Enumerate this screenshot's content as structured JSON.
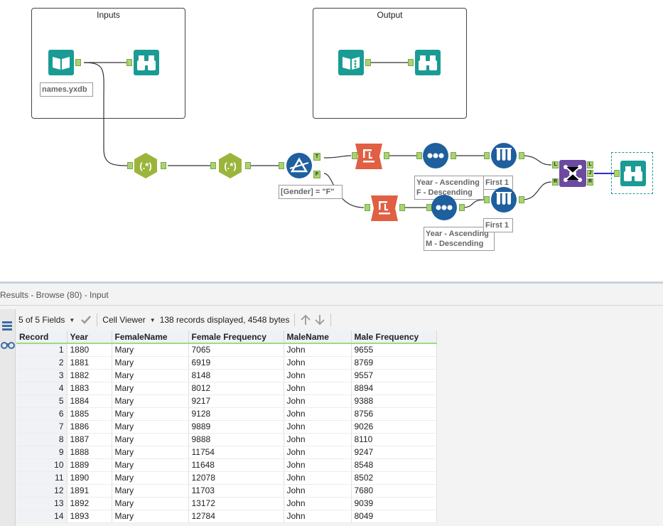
{
  "canvas": {
    "containers": [
      {
        "title": "Inputs"
      },
      {
        "title": "Output"
      }
    ],
    "annotations": {
      "input_file": "names.yxdb",
      "filter_expr": "[Gender] = \"F\"",
      "sort_female_1": "Year - Ascending",
      "sort_female_2": "F - Descending",
      "sample_top": "First 1",
      "sort_male_1": "Year - Ascending",
      "sort_male_2": "M - Descending",
      "sample_bottom": "First 1"
    },
    "anchor_labels": {
      "true": "T",
      "false": "F",
      "left": "L",
      "right": "R",
      "join_l": "L",
      "join_j": "J",
      "join_r": "R"
    },
    "regex_label": "(.*)",
    "colors": {
      "input_teal": "#1a9b94",
      "regex_olive": "#9bb53c",
      "filter_blue": "#1e5f9e",
      "formula_orange": "#e15f43",
      "sort_blue": "#1e5f9e",
      "join_purple": "#6b4aa0",
      "anchor_green": "#a7d46f"
    }
  },
  "results": {
    "title": "Results - Browse (80) - Input",
    "fields_label": "5 of 5 Fields",
    "viewer_label": "Cell Viewer",
    "records_info": "138 records displayed, 4548 bytes",
    "columns": [
      "Record",
      "Year",
      "FemaleName",
      "Female Frequency",
      "MaleName",
      "Male Frequency"
    ],
    "rows": [
      [
        "1",
        "1880",
        "Mary",
        "7065",
        "John",
        "9655"
      ],
      [
        "2",
        "1881",
        "Mary",
        "6919",
        "John",
        "8769"
      ],
      [
        "3",
        "1882",
        "Mary",
        "8148",
        "John",
        "9557"
      ],
      [
        "4",
        "1883",
        "Mary",
        "8012",
        "John",
        "8894"
      ],
      [
        "5",
        "1884",
        "Mary",
        "9217",
        "John",
        "9388"
      ],
      [
        "6",
        "1885",
        "Mary",
        "9128",
        "John",
        "8756"
      ],
      [
        "7",
        "1886",
        "Mary",
        "9889",
        "John",
        "9026"
      ],
      [
        "8",
        "1887",
        "Mary",
        "9888",
        "John",
        "8110"
      ],
      [
        "9",
        "1888",
        "Mary",
        "11754",
        "John",
        "9247"
      ],
      [
        "10",
        "1889",
        "Mary",
        "11648",
        "John",
        "8548"
      ],
      [
        "11",
        "1890",
        "Mary",
        "12078",
        "John",
        "8502"
      ],
      [
        "12",
        "1891",
        "Mary",
        "11703",
        "John",
        "7680"
      ],
      [
        "13",
        "1892",
        "Mary",
        "13172",
        "John",
        "9039"
      ],
      [
        "14",
        "1893",
        "Mary",
        "12784",
        "John",
        "8049"
      ]
    ]
  }
}
